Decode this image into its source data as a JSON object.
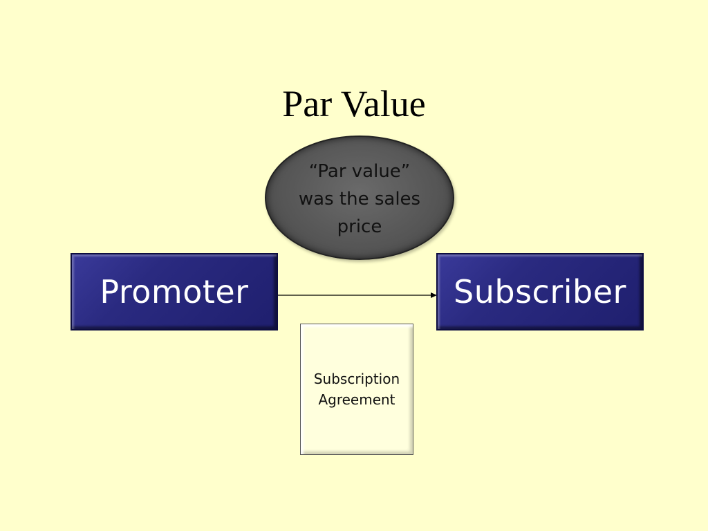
{
  "slide": {
    "title": "Par Value"
  },
  "diagram": {
    "callout": {
      "lines": [
        "“Par value”",
        "was the sales",
        "price"
      ]
    },
    "nodes": {
      "promoter": "Promoter",
      "subscriber": "Subscriber"
    },
    "document": {
      "lines": [
        "Subscription",
        "Agreement"
      ]
    },
    "colors": {
      "background": "#ffffcc",
      "node_fill": "#2a2a80",
      "callout_fill": "#555555",
      "document_fill": "#ffffdd"
    }
  }
}
